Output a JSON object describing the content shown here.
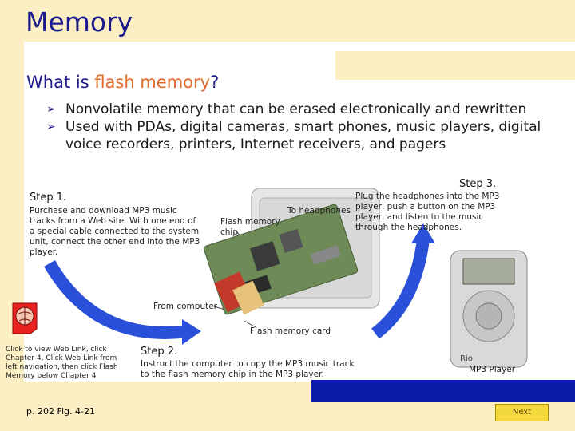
{
  "title": "Memory",
  "question": {
    "prefix": "What is ",
    "highlight": "flash memory",
    "suffix": "?"
  },
  "bullets": [
    "Nonvolatile memory that can be erased electronically and rewritten",
    "Used with PDAs, digital cameras, smart phones, music players, digital voice recorders, printers, Internet receivers, and pagers"
  ],
  "step1": {
    "title": "Step 1.",
    "text": "Purchase and download MP3 music tracks from a Web site. With one end of a special cable connected to the system unit, connect the other end into the MP3 player."
  },
  "step2": {
    "title": "Step 2.",
    "text": "Instruct the computer to copy the MP3 music track to the flash memory chip in the MP3 player."
  },
  "step3": {
    "title": "Step 3.",
    "text": "Plug the headphones into the MP3 player, push a button on the MP3 player, and listen to the music through the headphones."
  },
  "labels": {
    "flash_chip": "Flash memory chip",
    "to_headphones": "To headphones",
    "from_computer": "From computer",
    "flash_card": "Flash memory card",
    "mp3_player": "MP3 Player",
    "player_brand": "Rio"
  },
  "web_link_text": "Click to view Web Link, click Chapter 4, Click Web Link from left navigation, then click Flash Memory below Chapter 4",
  "page_ref": "p. 202 Fig. 4-21",
  "next_label": "Next",
  "colors": {
    "title": "#1b1a8c",
    "highlight": "#e06a2a",
    "band": "#fcefc4",
    "arrow": "#2a4fd8",
    "blue_block": "#0d1ca8"
  }
}
